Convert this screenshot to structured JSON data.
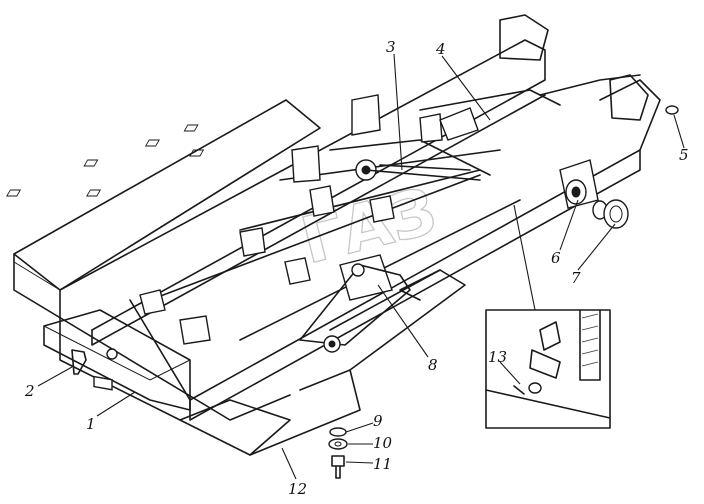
{
  "diagram": {
    "callouts": [
      "1",
      "2",
      "3",
      "4",
      "5",
      "6",
      "7",
      "8",
      "9",
      "10",
      "11",
      "12",
      "13"
    ],
    "watermark_text": "ГАЗ"
  }
}
